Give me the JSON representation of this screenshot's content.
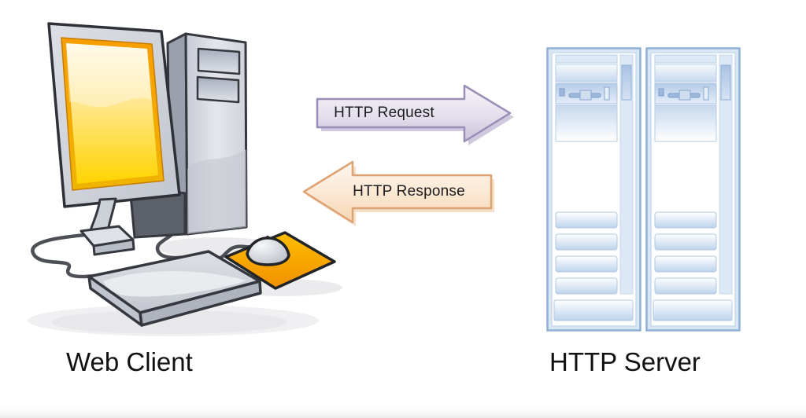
{
  "diagram": {
    "title": "Web Client / HTTP Server request-response diagram",
    "nodes": [
      {
        "id": "web_client",
        "label": "Web Client",
        "icon": "desktop-computer-icon",
        "position": "left"
      },
      {
        "id": "http_server",
        "label": "HTTP Server",
        "icon": "server-racks-icon",
        "position": "right"
      }
    ],
    "edges": [
      {
        "from": "web_client",
        "to": "http_server",
        "label": "HTTP Request",
        "direction": "right",
        "fill": "#d7cfe3",
        "border": "#9a8db6"
      },
      {
        "from": "http_server",
        "to": "web_client",
        "label": "HTTP Response",
        "direction": "left",
        "fill": "#f8d9b5",
        "border": "#dda273"
      }
    ]
  },
  "labels": {
    "web_client": "Web Client",
    "http_server": "HTTP Server",
    "http_request": "HTTP Request",
    "http_response": "HTTP Response"
  },
  "icons": [
    {
      "name": "desktop-computer-icon",
      "parts": [
        "monitor-icon",
        "tower-icon",
        "keyboard-icon",
        "mouse-icon",
        "mousepad-icon",
        "cable-lines"
      ]
    },
    {
      "name": "server-racks-icon",
      "parts": [
        "server-tower-left",
        "server-tower-right"
      ]
    },
    {
      "name": "right-arrow-icon",
      "meaning": "request flow"
    },
    {
      "name": "left-arrow-icon",
      "meaning": "response flow"
    }
  ],
  "colors": {
    "request_arrow_fill_top": "#f7f5fa",
    "request_arrow_fill_bottom": "#cbc2da",
    "request_arrow_border": "#9a8db6",
    "response_arrow_fill_top": "#fdf7ef",
    "response_arrow_fill_bottom": "#f7d6b2",
    "response_arrow_border": "#dda273",
    "server_outline_blue": "#8fb0d6",
    "server_panel_blue": "#c9daef",
    "screen_yellow": "#ffd400",
    "screen_border_orange": "#f39000",
    "mousepad_orange": "#f6a600",
    "hardware_gray": "#d4d7dd",
    "outline_dark": "#35383f",
    "caption_color": "#111111"
  }
}
